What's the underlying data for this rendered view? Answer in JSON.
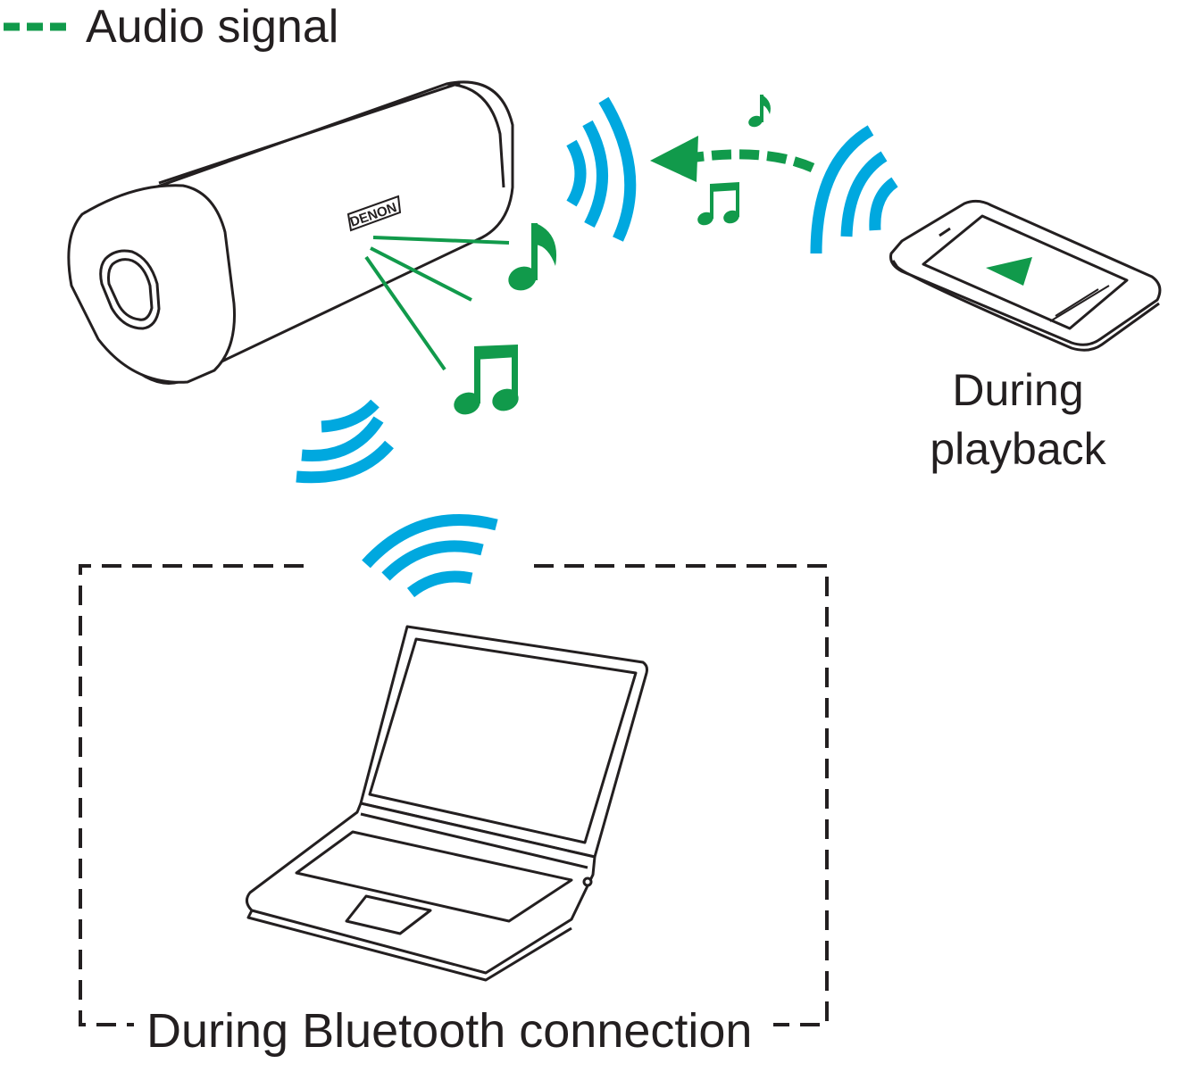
{
  "legend": {
    "label": "Audio signal",
    "line_style": "dashed"
  },
  "speaker": {
    "brand": "DENON"
  },
  "phone": {
    "caption_line1": "During",
    "caption_line2": "playback",
    "icon": "play-icon"
  },
  "laptop": {
    "caption": "During Bluetooth connection"
  },
  "colors": {
    "audio_signal": "#119a4b",
    "wireless_waves": "#00a8df",
    "outline": "#231f20"
  }
}
